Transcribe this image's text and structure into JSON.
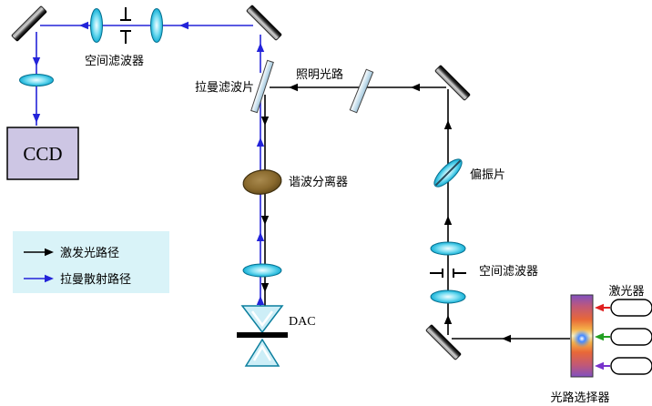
{
  "diagram": {
    "components": {
      "ccd": "CCD",
      "spatial_filter_top": "空间滤波器",
      "raman_filter": "拉曼滤波片",
      "illumination_path": "照明光路",
      "harmonic_separator": "谐波分离器",
      "polarizer": "偏振片",
      "spatial_filter_right": "空间滤波器",
      "dac": "DAC",
      "laser": "激光器",
      "light_path_selector": "光路选择器"
    },
    "legend": [
      {
        "key": "excitation",
        "label": "激发光路径"
      },
      {
        "key": "raman_scattering",
        "label": "拉曼散射路径"
      }
    ],
    "laser_beams": [
      {
        "name": "red-laser-beam",
        "color": "#e02020"
      },
      {
        "name": "green-laser-beam",
        "color": "#22a022"
      },
      {
        "name": "violet-laser-beam",
        "color": "#7733cc"
      }
    ],
    "colors": {
      "excitation_path": "#000000",
      "raman_path": "#2323d9",
      "legend_bg": "#d9f3f8",
      "ccd_bg": "#cdc6e4"
    }
  }
}
